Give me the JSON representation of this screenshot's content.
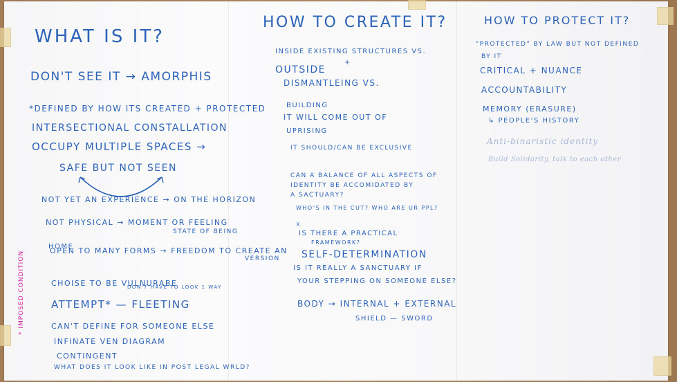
{
  "columns": [
    {
      "heading": "WHAT IS IT?",
      "lines": [
        "DON'T SEE IT → AMORPHIS",
        "*DEFINED BY HOW ITS CREATED + PROTECTED",
        "INTERSECTIONAL CONSTALLATION",
        "OCCUPY MULTIPLE SPACES →",
        "SAFE BUT NOT SEEN",
        "NOT YET AN EXPERIENCE → ON THE HORIZON",
        "NOT PHYSICAL → MOMENT OR FEELING",
        "STATE OF BEING",
        "HOME",
        "OPEN TO MANY FORMS → FREEDOM TO CREATE AN",
        "VERSION",
        "CHOISE TO BE VULNURABE",
        "DON'T HAVE TO LOOK 1 WAY",
        "ATTEMPT* — FLEETING",
        "CAN'T DEFINE FOR SOMEONE ELSE",
        "INFINATE VEN DIAGRAM",
        "CONTINGENT",
        "WHAT DOES IT LOOK LIKE IN POST LEGAL WRLD?"
      ],
      "side_note": "* IMPOSED CONDITION"
    },
    {
      "heading": "HOW TO CREATE IT?",
      "lines": [
        "INSIDE EXISTING STRUCTURES VS.",
        "OUTSIDE",
        "+",
        "DISMANTLEING VS.",
        "BUILDING",
        "IT WILL COME OUT OF",
        "UPRISING",
        "IT SHOULD/CAN BE EXCLUSIVE",
        "CAN A BALANCE OF ALL ASPECTS OF",
        "IDENTITY BE ACCOMIDATED BY",
        "A SACTUARY?",
        "WHO'S IN THE CUT? WHO ARE UR PPL?",
        "IS THERE A PRACTICAL",
        "FRAMEWORK?",
        "SELF-DETERMINATION",
        "IS IT REALLY A SANCTUARY IF",
        "YOUR STEPPING ON SOMEONE ELSE?",
        "BODY → INTERNAL + EXTERNAL",
        "SHIELD — SWORD"
      ]
    },
    {
      "heading": "HOW TO PROTECT IT?",
      "lines": [
        "\"PROTECTED\" BY LAW BUT NOT DEFINED",
        "BY IT",
        "CRITICAL + NUANCE",
        "ACCOUNTABILITY",
        "MEMORY (ERASURE)",
        "↳ PEOPLE'S HISTORY",
        "Anti-binaristic identity",
        "Build Solidarity, talk to each other"
      ]
    }
  ]
}
